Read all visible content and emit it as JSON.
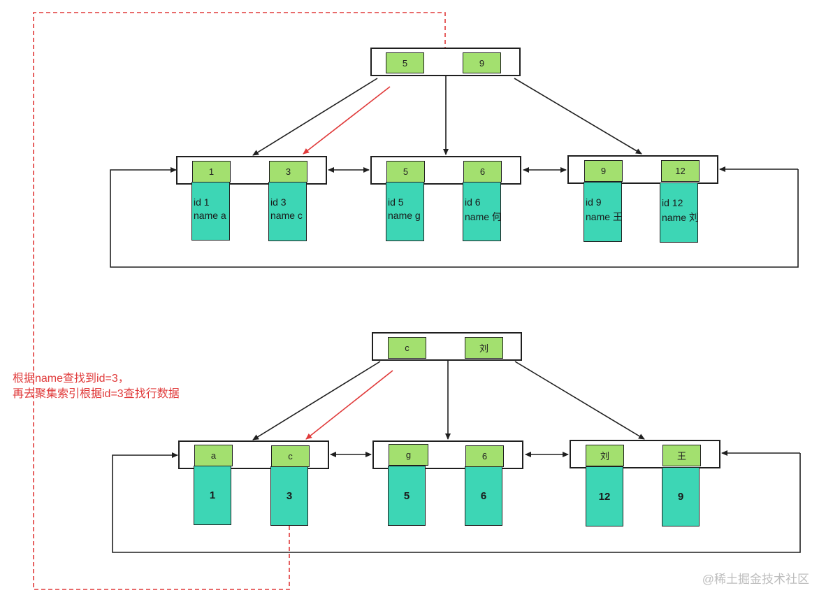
{
  "primary_tree": {
    "root_keys": [
      "5",
      "9"
    ],
    "leaf_pages": [
      {
        "keys": [
          "1",
          "3"
        ],
        "rows": [
          {
            "id": "id  1",
            "name": "name a"
          },
          {
            "id": "id 3",
            "name": "name c"
          }
        ]
      },
      {
        "keys": [
          "5",
          "6"
        ],
        "rows": [
          {
            "id": "id 5",
            "name": "name g"
          },
          {
            "id": "id 6",
            "name": "name 何"
          }
        ]
      },
      {
        "keys": [
          "9",
          "12"
        ],
        "rows": [
          {
            "id": "id 9",
            "name": "name 王"
          },
          {
            "id": "id 12",
            "name": "name 刘"
          }
        ]
      }
    ]
  },
  "secondary_tree": {
    "root_keys": [
      "c",
      "刘"
    ],
    "leaf_pages": [
      {
        "keys": [
          "a",
          "c"
        ],
        "ids": [
          "1",
          "3"
        ]
      },
      {
        "keys": [
          "g",
          "6"
        ],
        "ids": [
          "5",
          "6"
        ]
      },
      {
        "keys": [
          "刘",
          "王"
        ],
        "ids": [
          "12",
          "9"
        ]
      }
    ]
  },
  "annotation": {
    "line1": "根据name查找到id=3，",
    "line2": "再去聚集索引根据id=3查找行数据"
  },
  "watermark": "@稀土掘金技术社区",
  "colors": {
    "key_fill": "#a3e06f",
    "leaf_fill": "#3dd6b5",
    "path": "#e03a3a",
    "line": "#1f1f1f"
  }
}
